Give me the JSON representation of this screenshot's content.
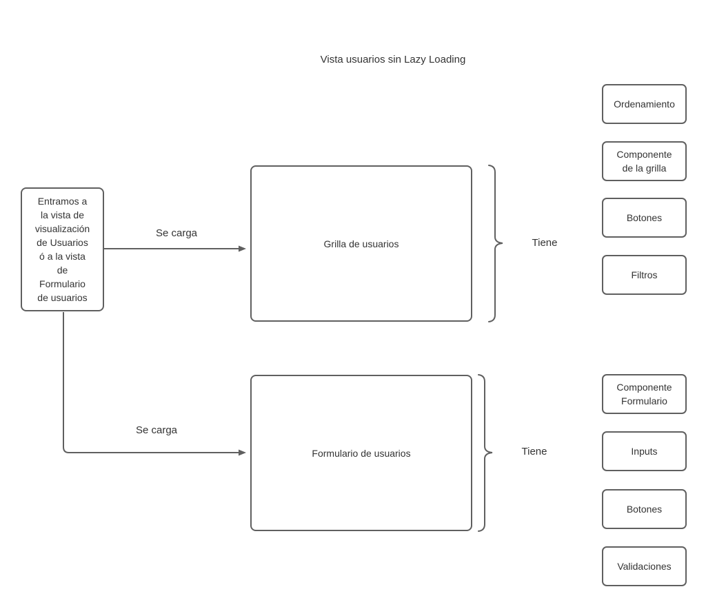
{
  "title": "Vista usuarios sin Lazy Loading",
  "flow": {
    "entry_node": "Entramos a\nla vista de\nvisualización\nde Usuarios\nó a la vista\nde\nFormulario\nde usuarios",
    "grid_node": "Grilla de usuarios",
    "form_node": "Formulario de usuarios",
    "edge_to_grid_label": "Se carga",
    "edge_to_form_label": "Se carga",
    "grid_brace_label": "Tiene",
    "form_brace_label": "Tiene"
  },
  "grid_features": [
    "Ordenamiento",
    "Componente\nde la grilla",
    "Botones",
    "Filtros"
  ],
  "form_features": [
    "Componente\nFormulario",
    "Inputs",
    "Botones",
    "Validaciones"
  ],
  "colors": {
    "stroke": "#5f5f5f",
    "text": "#333333",
    "background": "#ffffff"
  }
}
